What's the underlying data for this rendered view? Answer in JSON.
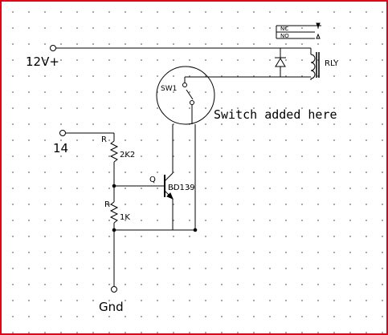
{
  "diagram": {
    "labels": {
      "supply": "12V+",
      "input": "14",
      "ground": "Gnd",
      "relay": "RLY",
      "relay_nc": "NC",
      "relay_no": "NO",
      "switch": "SW1",
      "switch_note": "Switch added here",
      "resistor_top_designator": "R",
      "resistor_top_value": "2K2",
      "resistor_bottom_designator": "R",
      "resistor_bottom_value": "1K",
      "transistor_designator": "Q",
      "transistor_model": "BD139"
    },
    "colors": {
      "border": "#e0001a",
      "wire": "#000000",
      "grid_dot": "#9a9a9a"
    }
  }
}
